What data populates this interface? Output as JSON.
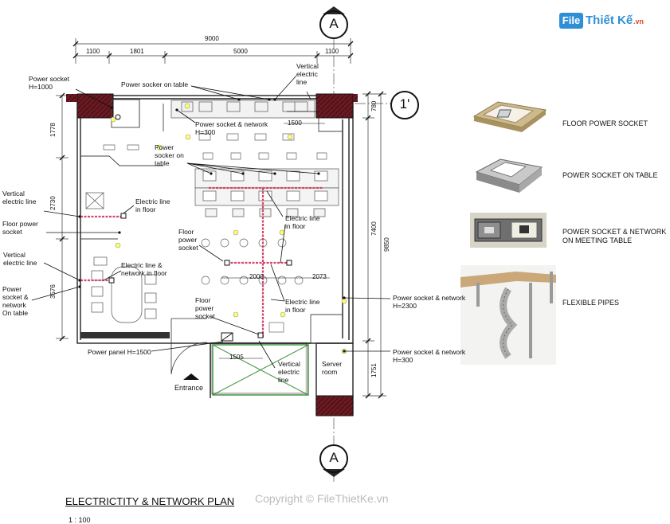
{
  "watermark": {
    "brand_box": "File",
    "brand_name": "Thiết Kế",
    "brand_tld": ".vn"
  },
  "grid": {
    "top": "A",
    "bottom": "A",
    "right": "1'"
  },
  "dimensions": {
    "top_total": "9000",
    "top_segments": [
      "1100",
      "1801",
      "5000",
      "1100"
    ],
    "left": [
      "1778",
      "2730",
      "3576"
    ],
    "right_outer": [
      "9850"
    ],
    "right_inner": [
      "780",
      "7400",
      "1751"
    ],
    "interior": [
      "1500",
      "2000",
      "2073",
      "1505"
    ]
  },
  "labels": {
    "power_socket_h1000": [
      "Power socket",
      "H=1000"
    ],
    "power_socket_table_top": "Power socker on table",
    "vertical_line_top": [
      "Vertical",
      "electric",
      "line"
    ],
    "socket_network_h300_top": [
      "Power socket & network",
      "H=300"
    ],
    "power_socket_table_mid": [
      "Power",
      "socker on",
      "table"
    ],
    "vertical_line_left1": [
      "Vertical",
      "electric line"
    ],
    "electric_line_floor_1": [
      "Electric line",
      "in floor"
    ],
    "floor_power_socket_left": [
      "Floor power",
      "socket"
    ],
    "electric_line_floor_2": [
      "Electric line",
      "in floor"
    ],
    "floor_power_socket_mid": [
      "Floor",
      "power",
      "socket"
    ],
    "vertical_line_left2": [
      "Vertical",
      "electric line"
    ],
    "electric_network_floor": [
      "Electric line &",
      "network in floor"
    ],
    "socket_network_table": [
      "Power",
      "socket &",
      "network",
      "On table"
    ],
    "electric_line_floor_3": [
      "Electric line",
      "in floor"
    ],
    "floor_power_socket_low": [
      "Floor",
      "power",
      "socket"
    ],
    "power_panel": "Power panel H=1500",
    "vertical_line_bottom": [
      "Vertical",
      "electric",
      "line"
    ],
    "server_room": [
      "Server",
      "room"
    ],
    "entrance": "Entrance",
    "socket_network_h2300": [
      "Power socket & network",
      "H=2300"
    ],
    "socket_network_h300_right": [
      "Power socket & network",
      "H=300"
    ]
  },
  "legend": [
    {
      "label": "FLOOR POWER SOCKET",
      "icon": "floor-socket-photo"
    },
    {
      "label": "POWER SOCKET ON TABLE",
      "icon": "table-socket-photo"
    },
    {
      "label": "POWER SOCKET & NETWORK\nON MEETING TABLE",
      "icon": "meeting-socket-photo"
    },
    {
      "label": "FLEXIBLE PIPES",
      "icon": "flexible-pipes-photo"
    }
  ],
  "title": "ELECTRICTITY & NETWORK PLAN",
  "scale": "1 : 100",
  "copyright": "Copyright © FileThietKe.vn",
  "colors": {
    "wall": "#6b1a22",
    "cable": "#d4476a",
    "furniture": "#555555",
    "fixture": "#e6e000"
  }
}
